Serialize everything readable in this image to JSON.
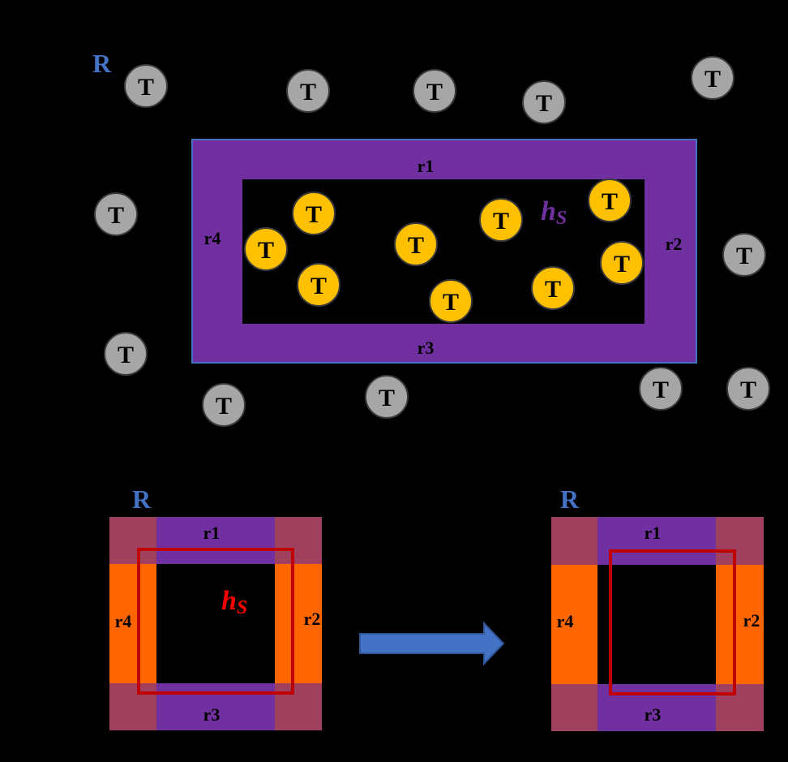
{
  "colors": {
    "background": "#000000",
    "purple": "#7030A0",
    "orange": "#FF6600",
    "corner": "#A0405F",
    "blue_outline": "#4472C4",
    "red_box": "#C00000",
    "token_gray": "#A6A6A6",
    "token_gold": "#FFC000",
    "label_R": "#4472C4",
    "hs_top": "#7030A0",
    "hs_bottom": "#FF0000",
    "arrow": "#4472C4"
  },
  "labels": {
    "R": "R",
    "token": "T",
    "r1": "r1",
    "r2": "r2",
    "r3": "r3",
    "r4": "r4",
    "h_main": "h",
    "h_sub": "S"
  },
  "icons": {
    "transform_arrow": "right-arrow-icon"
  }
}
